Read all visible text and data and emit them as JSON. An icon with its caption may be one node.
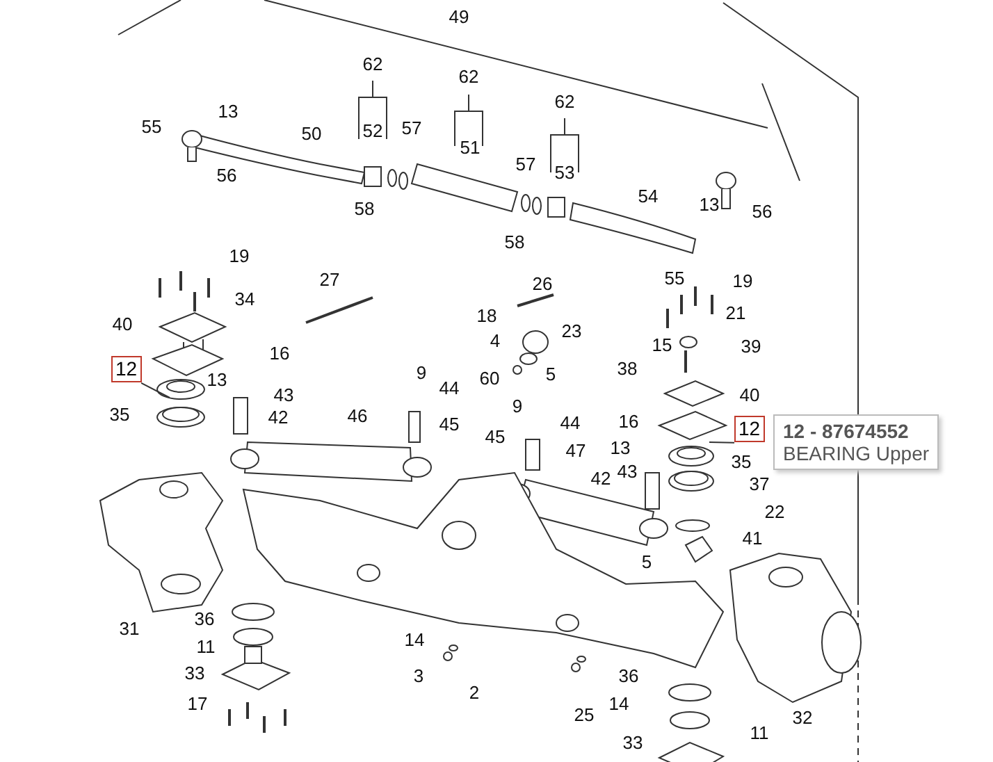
{
  "diagram": {
    "nodes": [
      {
        "text": [
          "12"
        ]
      },
      {
        "text": [
          "12"
        ]
      },
      {
        "text": [
          "12 - 87674552",
          "BEARING Upper"
        ]
      }
    ],
    "edges": [
      {
        "from": 0,
        "to": null,
        "arrow": "none"
      },
      {
        "from": 1,
        "to": null,
        "arrow": "none"
      }
    ],
    "labels": [
      "49",
      "62",
      "62",
      "62",
      "13",
      "55",
      "50",
      "52",
      "57",
      "51",
      "57",
      "53",
      "56",
      "54",
      "13",
      "56",
      "58",
      "58",
      "19",
      "55",
      "19",
      "27",
      "26",
      "34",
      "21",
      "18",
      "23",
      "40",
      "15",
      "39",
      "16",
      "4",
      "60",
      "5",
      "9",
      "13",
      "43",
      "38",
      "44",
      "40",
      "42",
      "35",
      "46",
      "9",
      "16",
      "45",
      "44",
      "45",
      "13",
      "47",
      "35",
      "42",
      "43",
      "37",
      "22",
      "41",
      "5",
      "36",
      "11",
      "31",
      "14",
      "3",
      "33",
      "2",
      "36",
      "14",
      "17",
      "25",
      "11",
      "33",
      "32"
    ]
  }
}
